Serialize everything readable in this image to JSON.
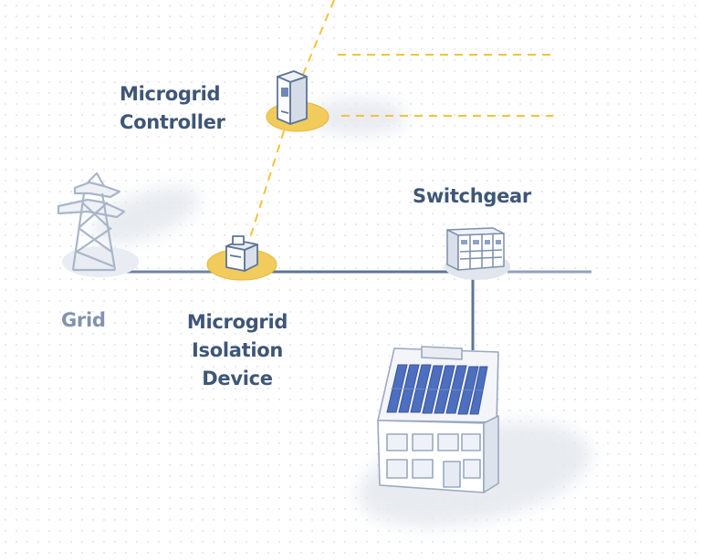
{
  "labels": {
    "microgrid_controller": [
      "Microgrid",
      "Controller"
    ],
    "switchgear": "Switchgear",
    "grid": "Grid",
    "microgrid_isolation_device": [
      "Microgrid",
      "Isolation",
      "Device"
    ]
  },
  "colors": {
    "power_line": "#5d7497",
    "control_line": "#f3c23d",
    "highlight_disc": "#f1cc5c",
    "neutral_disc": "#e1e6ee",
    "label_dark": "#3e5677",
    "label_muted": "#5b7597",
    "label_light": "#8193ad",
    "solar_panel": "#4d6fbf",
    "building": "#f3f5f9",
    "building_outline": "#9aa9c0"
  },
  "nodes": [
    {
      "id": "grid",
      "icon": "transmission-tower-icon"
    },
    {
      "id": "microgrid_isolation_device",
      "icon": "isolation-device-icon",
      "highlighted": true
    },
    {
      "id": "microgrid_controller",
      "icon": "controller-cabinet-icon",
      "highlighted": true
    },
    {
      "id": "switchgear",
      "icon": "switchgear-icon"
    },
    {
      "id": "building",
      "icon": "solar-building-icon"
    }
  ],
  "connections": [
    {
      "from": "grid",
      "to": "microgrid_isolation_device",
      "type": "power"
    },
    {
      "from": "microgrid_isolation_device",
      "to": "switchgear",
      "type": "power"
    },
    {
      "from": "switchgear",
      "to": "building",
      "type": "power"
    },
    {
      "from": "microgrid_controller",
      "to": "microgrid_isolation_device",
      "type": "control"
    }
  ]
}
